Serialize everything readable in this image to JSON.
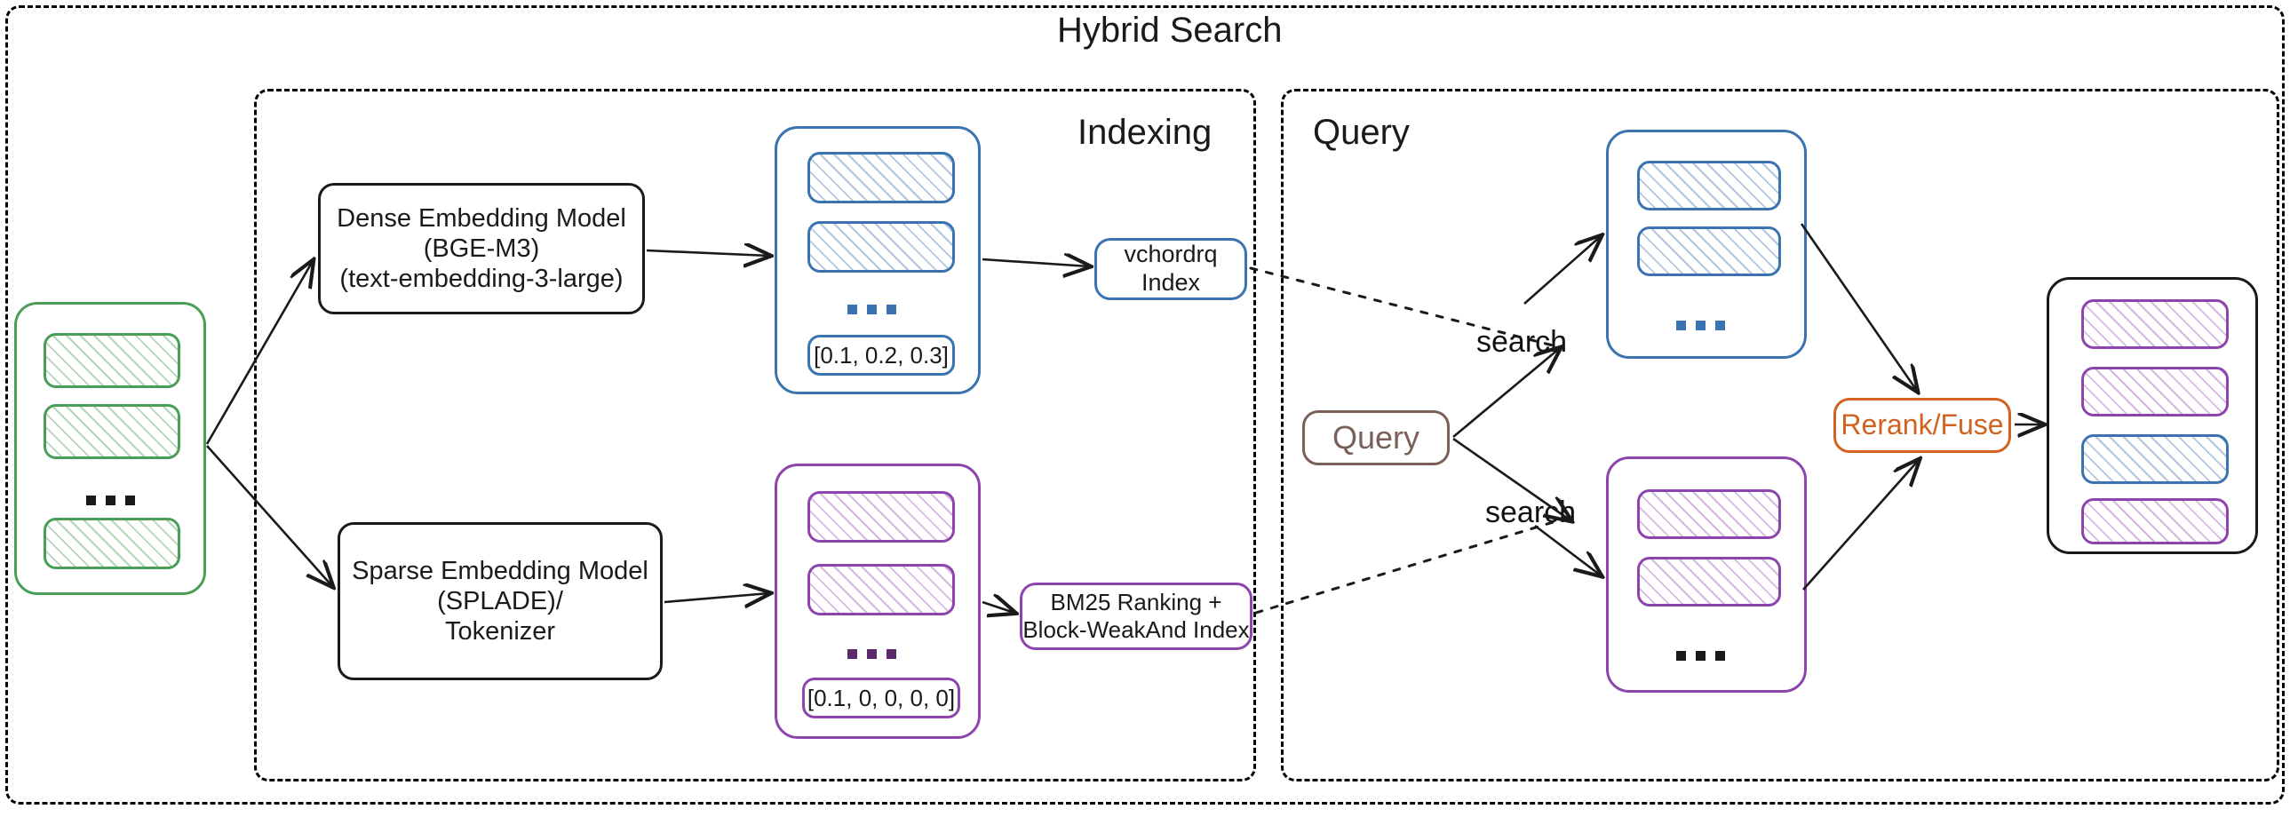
{
  "diagram": {
    "title": "Hybrid Search",
    "panels": [
      {
        "id": "indexing",
        "title": "Indexing"
      },
      {
        "id": "query",
        "title": "Query"
      }
    ]
  },
  "source": {
    "name": "source-documents",
    "items": [
      "",
      "",
      ""
    ],
    "ellipsis": "..."
  },
  "models": {
    "dense": "Dense Embedding Model\n(BGE-M3)\n(text-embedding-3-large)",
    "dense_lines": [
      "Dense Embedding Model",
      "(BGE-M3)",
      "(text-embedding-3-large)"
    ],
    "sparse_lines": [
      "Sparse Embedding Model",
      "(SPLADE)/",
      "Tokenizer"
    ]
  },
  "vectors": {
    "dense": {
      "items": [
        "",
        ""
      ],
      "ellipsis": "...",
      "value": "[0.1, 0.2, 0.3]"
    },
    "sparse": {
      "items": [
        "",
        ""
      ],
      "ellipsis": "...",
      "value": "[0.1, 0, 0, 0, 0]"
    }
  },
  "indexes": {
    "dense_lines": [
      "vchordrq",
      "Index"
    ],
    "sparse_lines": [
      "BM25 Ranking +",
      "Block-WeakAnd Index"
    ]
  },
  "query": {
    "label": "Query",
    "search_dense": "search",
    "search_sparse": "search",
    "results_dense": {
      "items": [
        "",
        ""
      ],
      "ellipsis": "..."
    },
    "results_sparse": {
      "items": [
        "",
        ""
      ],
      "ellipsis": "..."
    },
    "rerank": "Rerank/Fuse",
    "final": {
      "items": [
        "purple",
        "purple",
        "blue",
        "purple"
      ]
    }
  },
  "colors": {
    "green": "#4a9e56",
    "blue": "#3b72b0",
    "purple": "#8e44ad",
    "brown": "#7a6058",
    "orange": "#d1621f",
    "black": "#1a1a1a"
  }
}
